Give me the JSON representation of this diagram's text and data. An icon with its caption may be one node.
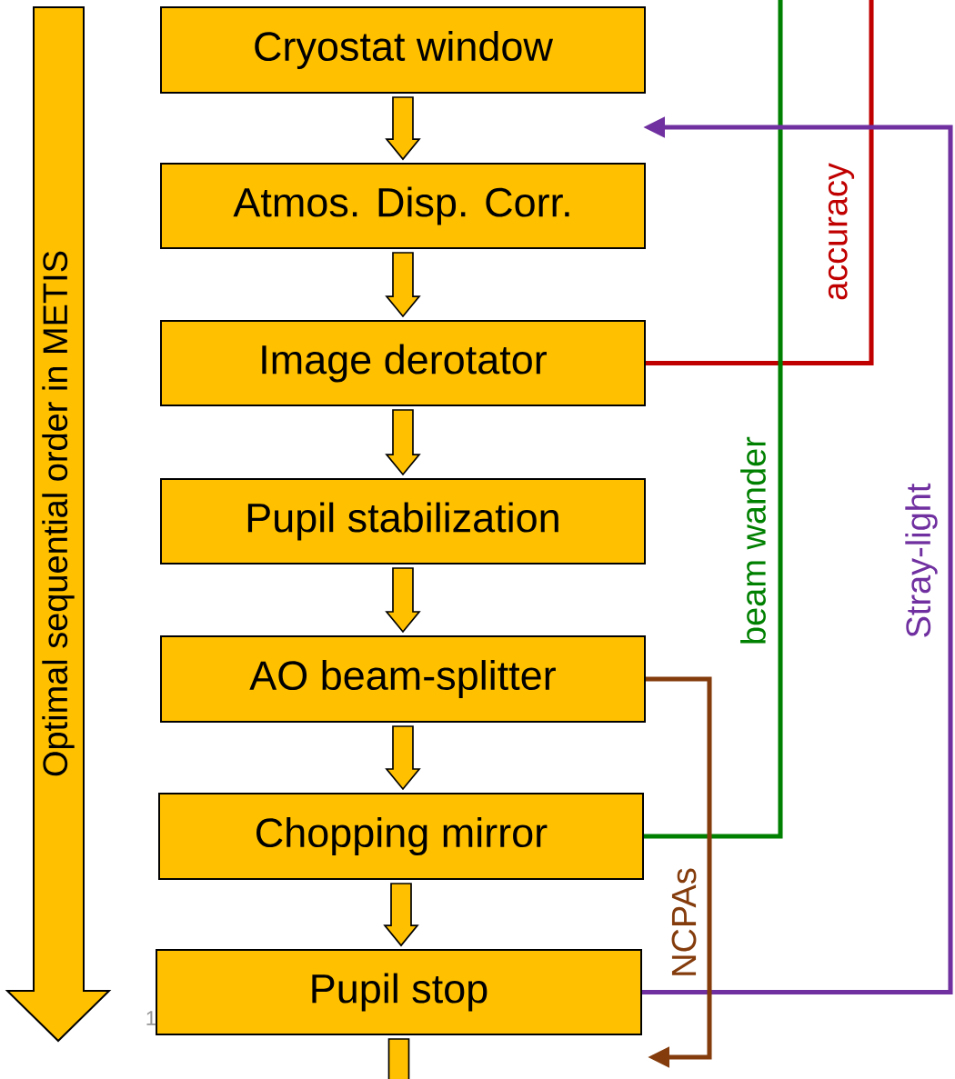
{
  "diagram": {
    "nodes": [
      {
        "text": [
          "Cryostat window"
        ]
      },
      {
        "text": [
          "Atmos. Disp. Corr."
        ]
      },
      {
        "text": [
          "Image derotator"
        ]
      },
      {
        "text": [
          "Pupil stabilization"
        ]
      },
      {
        "text": [
          "AO beam-splitter"
        ]
      },
      {
        "text": [
          "Chopping mirror"
        ]
      },
      {
        "text": [
          "Pupil stop"
        ]
      },
      {
        "text": [
          "Optimal sequential order in METIS"
        ]
      }
    ],
    "edges": [
      {
        "from": 0,
        "to": 1,
        "arrow": "to"
      },
      {
        "from": 1,
        "to": 2,
        "arrow": "to"
      },
      {
        "from": 2,
        "to": 3,
        "arrow": "to"
      },
      {
        "from": 3,
        "to": 4,
        "arrow": "to"
      },
      {
        "from": 4,
        "to": 5,
        "arrow": "to"
      },
      {
        "from": 5,
        "to": 6,
        "arrow": "to"
      },
      {
        "from": 6,
        "to": null,
        "arrow": "to"
      },
      {
        "from": 2,
        "to": null,
        "arrow": "none",
        "label": "accuracy",
        "color": "#c00000"
      },
      {
        "from": 5,
        "to": null,
        "arrow": "none",
        "label": "beam wander",
        "color": "#008000"
      },
      {
        "from": 6,
        "to": null,
        "arrow": "to",
        "label": "Stray-light",
        "color": "#7030a0"
      },
      {
        "from": 4,
        "to": null,
        "arrow": "to",
        "label": "NCPAs",
        "color": "#843c0c"
      }
    ],
    "labels": [
      "1"
    ]
  }
}
